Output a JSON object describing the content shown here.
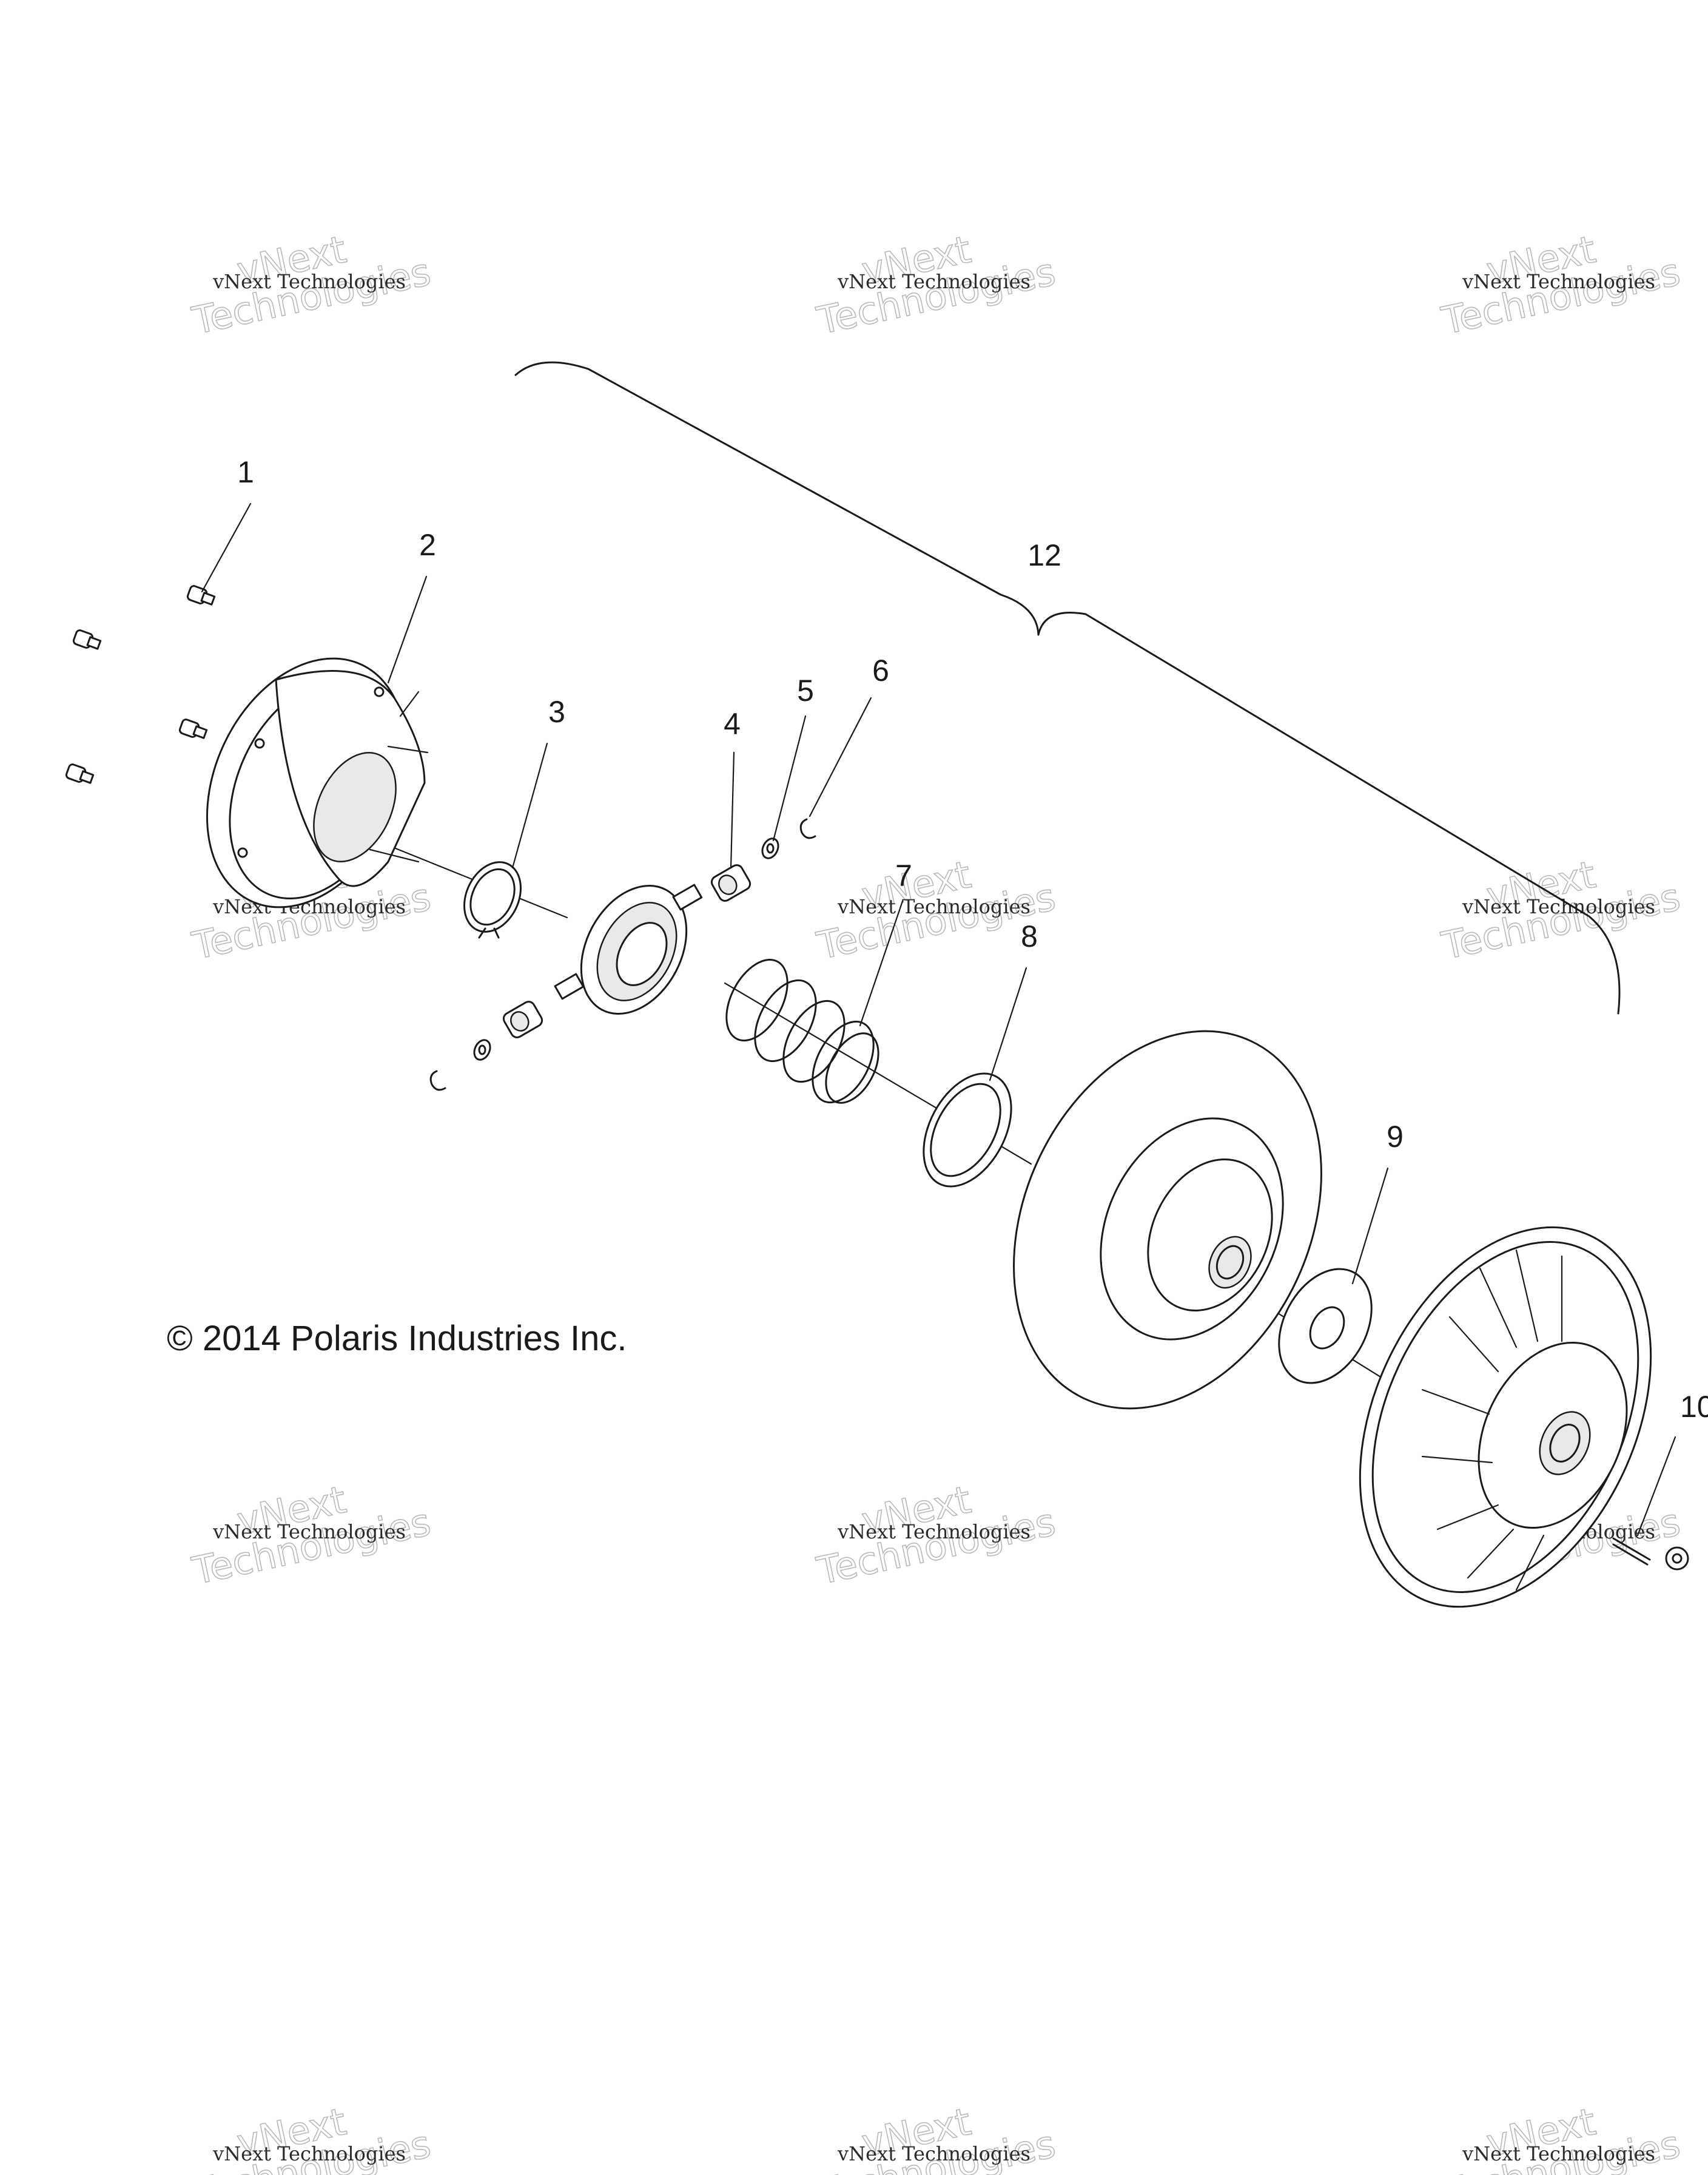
{
  "copyright": "© 2014 Polaris Industries Inc.",
  "watermark": {
    "line_small": "vNext Technologies",
    "line_big_1": "vNext",
    "line_big_2": "Technologies"
  },
  "callouts": [
    "1",
    "2",
    "3",
    "4",
    "5",
    "6",
    "7",
    "8",
    "9",
    "10",
    "12"
  ]
}
